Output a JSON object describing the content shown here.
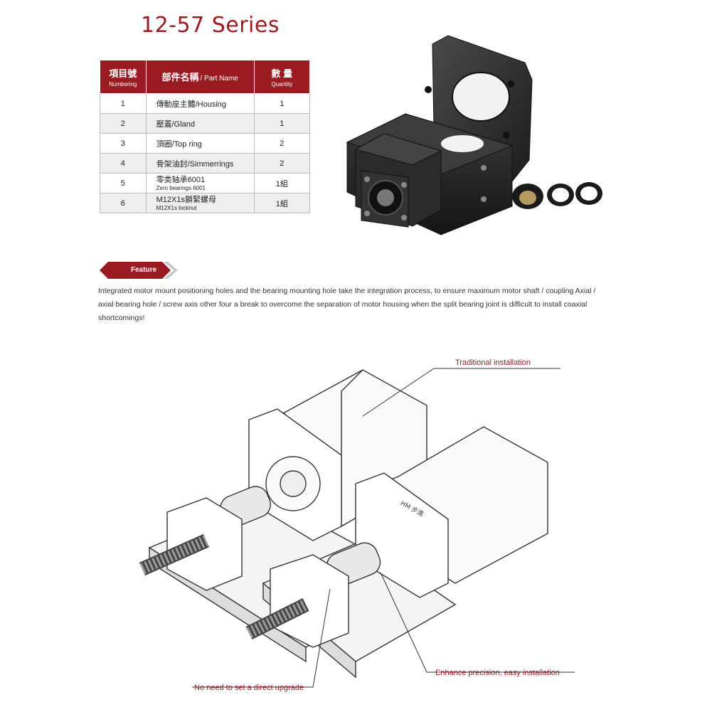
{
  "title": "12-57 Series",
  "table": {
    "headers": {
      "numbering_zh": "項目號",
      "numbering_en": "Numbering",
      "name_zh": "部件名稱",
      "name_en": "/ Part Name",
      "qty_zh": "數 量",
      "qty_en": "Quantity"
    },
    "rows": [
      {
        "no": "1",
        "name_zh": "傳動座主體",
        "name_en": "/Housing",
        "qty": "1"
      },
      {
        "no": "2",
        "name_zh": "壓蓋",
        "name_en": "/Gland",
        "qty": "1"
      },
      {
        "no": "3",
        "name_zh": "頂圈",
        "name_en": "/Top ring",
        "qty": "2"
      },
      {
        "no": "4",
        "name_zh": "骨架油封",
        "name_en": "/Simmerrings",
        "qty": "2"
      },
      {
        "no": "5",
        "name_main": "零类轴承6001",
        "name_sub": "Zero bearings 6001",
        "qty": "1組"
      },
      {
        "no": "6",
        "name_main": "M12X1s鎖緊螺母",
        "name_sub": "M12X1s locknut",
        "qty": "1組"
      }
    ]
  },
  "feature": {
    "label": "Feature",
    "text": "Integrated motor mount positioning holes and the bearing mounting hole take the integration process, to ensure maximum motor shaft / coupling Axial / axial bearing hole / screw axis other four a break to overcome the separation of motor housing when the split bearing joint is difficult to install coaxial shortcomings!"
  },
  "callouts": {
    "traditional": "Traditional installation",
    "enhance": "Enhance precision, easy installation",
    "no_need": "No need to set a direct upgrade",
    "motor_marking": "HM 步進"
  },
  "colors": {
    "accent": "#9b1b22",
    "row_alt": "#eeeeee"
  }
}
